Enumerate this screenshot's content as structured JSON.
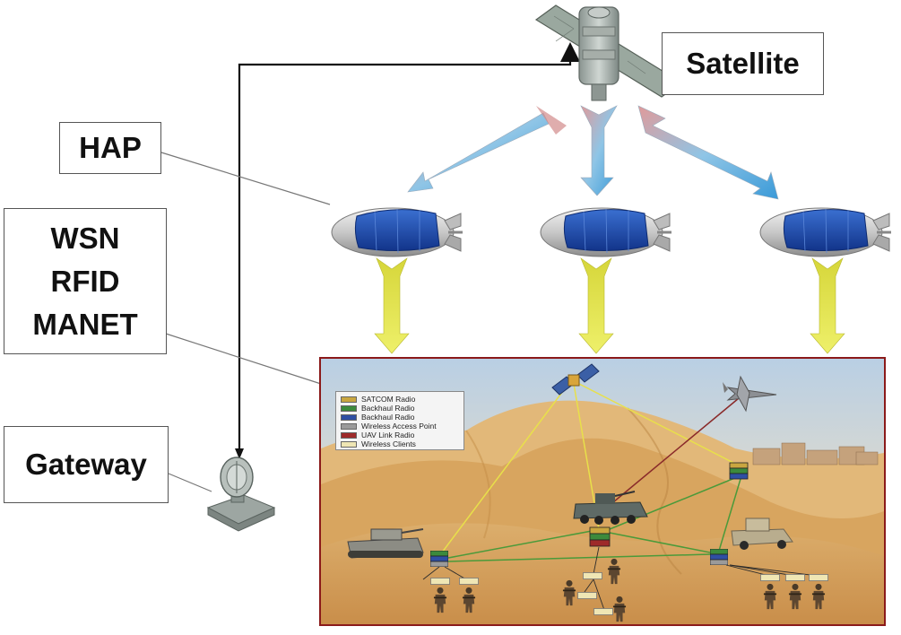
{
  "labels": {
    "satellite": "Satellite",
    "hap": "HAP",
    "wsn": "WSN",
    "rfid": "RFID",
    "manet": "MANET",
    "gateway": "Gateway"
  },
  "legend": [
    {
      "label": "SATCOM Radio",
      "color": "#c9a640"
    },
    {
      "label": "Backhaul Radio",
      "color": "#3c8a3c"
    },
    {
      "label": "Backhaul Radio",
      "color": "#2f4fa3"
    },
    {
      "label": "Wireless Access Point",
      "color": "#9a9a9a"
    },
    {
      "label": "UAV Link Radio",
      "color": "#9e2a2a"
    },
    {
      "label": "Wireless Clients",
      "color": "#efe6b4"
    }
  ],
  "colors": {
    "link_satcom": "#e8e04a",
    "link_backhaul": "#4a9a3a",
    "link_uav": "#8a2a2a",
    "frame_border": "#8b1a1a",
    "downlink_arrow": "#dfe24a",
    "blimp_panel": "#1f4fa6"
  },
  "icons": [
    "satellite-icon",
    "blimp-icon",
    "satellite-dish-icon",
    "uav-drone-icon",
    "armored-vehicle-icon",
    "tank-icon",
    "humvee-icon",
    "soldier-icon",
    "radio-node-icon"
  ]
}
